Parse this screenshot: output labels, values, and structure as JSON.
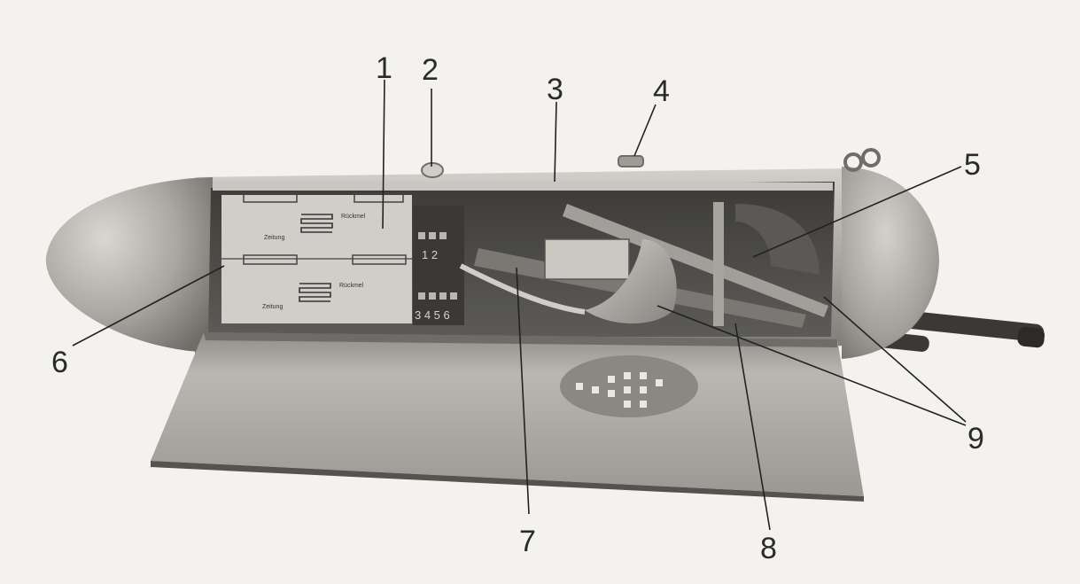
{
  "callouts": [
    {
      "id": "1",
      "label": "1"
    },
    {
      "id": "2",
      "label": "2"
    },
    {
      "id": "3",
      "label": "3"
    },
    {
      "id": "4",
      "label": "4"
    },
    {
      "id": "5",
      "label": "5"
    },
    {
      "id": "6",
      "label": "6"
    },
    {
      "id": "7",
      "label": "7"
    },
    {
      "id": "8",
      "label": "8"
    },
    {
      "id": "9",
      "label": "9"
    }
  ],
  "panel_text": {
    "upper_left": "Zeitung",
    "upper_right": "Rückmel",
    "lower_left": "Zeitung",
    "lower_right": "Rückmel",
    "digits_top": "1 2",
    "digits_bottom": "3 4 5 6"
  },
  "colors": {
    "background": "#f3f2ef",
    "pod_shell": "#a9a7a0",
    "pod_shadow": "#7d7b75",
    "interior_dark": "#4d4c48",
    "panel": "#cfcdc6",
    "line": "#222222"
  }
}
